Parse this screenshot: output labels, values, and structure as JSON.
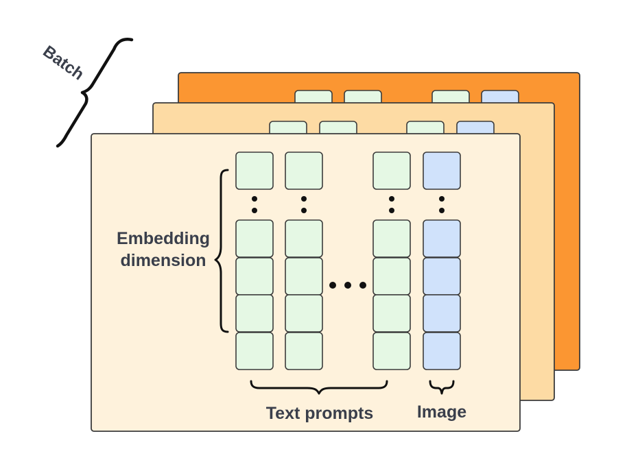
{
  "labels": {
    "batch": "Batch",
    "embedding_line1": "Embedding",
    "embedding_line2": "dimension",
    "text_prompts": "Text prompts",
    "image": "Image"
  },
  "colors": {
    "back_sheet": "#fb9632",
    "middle_sheet": "#fddba4",
    "front_sheet": "#fef2dc",
    "text_token": "#e5f8e4",
    "image_token": "#d0e2fb",
    "outline": "#3b3b3b"
  }
}
